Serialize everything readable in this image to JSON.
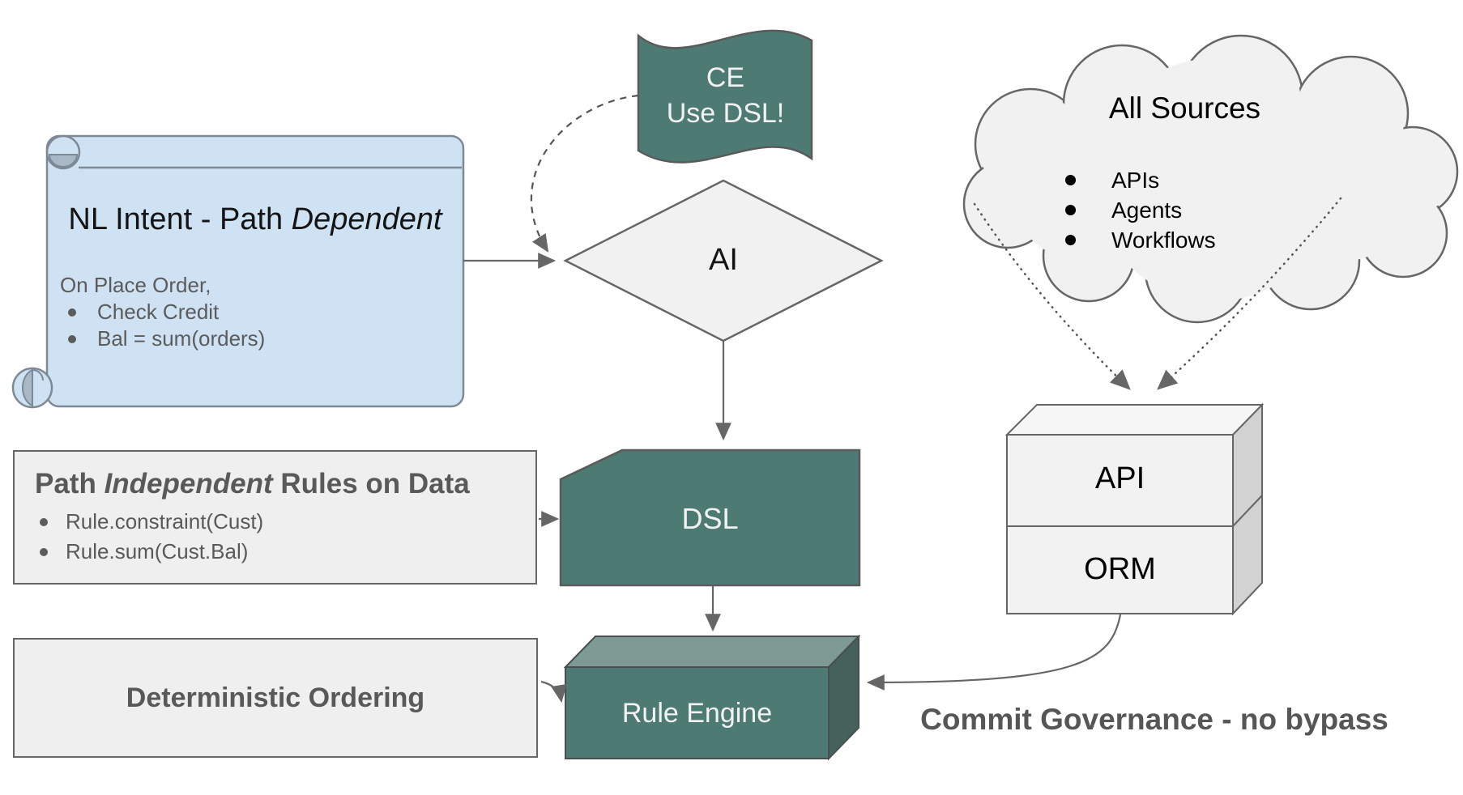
{
  "scroll": {
    "title_prefix": "NL Intent - Path ",
    "title_italic": "Dependent",
    "intro": "On Place Order,",
    "bullets": [
      "Check Credit",
      "Bal = sum(orders)"
    ]
  },
  "flag": {
    "line1": "CE",
    "line2": "Use DSL!"
  },
  "decision": {
    "label": "AI"
  },
  "cloud": {
    "title": "All Sources",
    "bullets": [
      "APIs",
      "Agents",
      "Workflows"
    ]
  },
  "rules_box": {
    "title_prefix": "Path ",
    "title_italic": "Independent",
    "title_suffix": " Rules on Data",
    "bullets": [
      "Rule.constraint(Cust)",
      "Rule.sum(Cust.Bal)"
    ]
  },
  "dsl": {
    "label": "DSL"
  },
  "ordering_box": {
    "label": "Deterministic Ordering"
  },
  "rule_engine": {
    "label": "Rule Engine"
  },
  "stack": {
    "api_label": "API",
    "orm_label": "ORM"
  },
  "caption": {
    "text": "Commit Governance - no bypass"
  },
  "colors": {
    "teal": "#4d7a73",
    "teal_top": "#7e9a94",
    "teal_side": "#45615c",
    "shape_gray": "#f1f1f1",
    "box_side_gray": "#d2d2d2",
    "box_top_gray": "#f7f7f7",
    "scroll_fill": "#cfe2f3",
    "scroll_curl": "#a9b8c6",
    "connector_gray": "#666666",
    "text_gray": "#595959",
    "light_text": "#f2f2f2"
  }
}
